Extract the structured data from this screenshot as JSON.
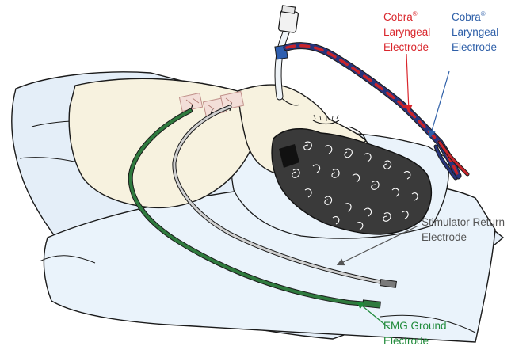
{
  "labels": {
    "cobra_red": {
      "brand": "Cobra",
      "reg": "®",
      "line2": "Laryngeal",
      "line3": "Electrode",
      "color": "#d9262c"
    },
    "cobra_blue": {
      "brand": "Cobra",
      "reg": "®",
      "line2": "Laryngeal",
      "line3": "Electrode",
      "color": "#2e5fa8"
    },
    "stimulator": {
      "line1": "Stimulator Return",
      "line2": "Electrode",
      "color": "#555555"
    },
    "emg": {
      "line1": "EMG Ground",
      "line2": "Electrode",
      "color": "#1f8a3a"
    }
  },
  "colors": {
    "outline": "#1a1a1a",
    "skin": "#f7f2df",
    "sheet": "#e4eef8",
    "pillow": "#eaf3fb",
    "emg_wire": "#2f7a3e",
    "stim_wire": "#bdbdbd",
    "red_wire": "#c8242b",
    "blue_wire": "#27347a"
  }
}
